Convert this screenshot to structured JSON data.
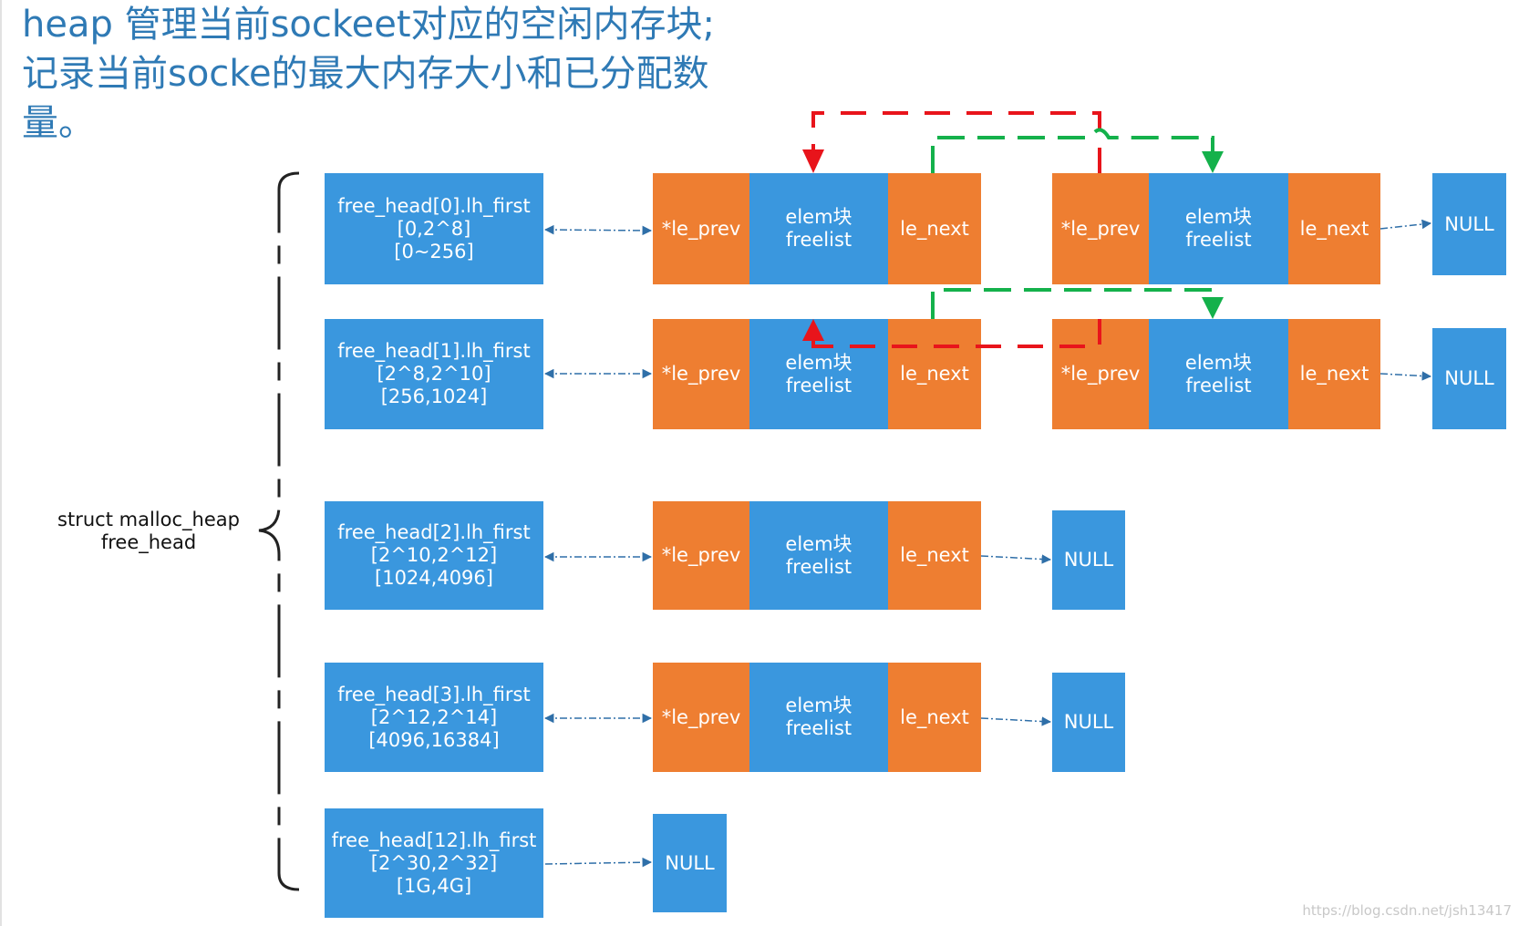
{
  "heading": {
    "line1": "heap 管理当前sockeet对应的空闲内存块;",
    "line2": "记录当前socke的最大内存大小和已分配数",
    "line3": "量。"
  },
  "side_label": {
    "line1": "struct malloc_heap",
    "line2": "free_head"
  },
  "heads": [
    {
      "name": "free_head[0].lh_first",
      "range": "[0,2^8]",
      "bytes": "[0~256]"
    },
    {
      "name": "free_head[1].lh_first",
      "range": "[2^8,2^10]",
      "bytes": "[256,1024]"
    },
    {
      "name": "free_head[2].lh_first",
      "range": "[2^10,2^12]",
      "bytes": "[1024,4096]"
    },
    {
      "name": "free_head[3].lh_first",
      "range": "[2^12,2^14]",
      "bytes": "[4096,16384]"
    },
    {
      "name": "free_head[12].lh_first",
      "range": "[2^30,2^32]",
      "bytes": "[1G,4G]"
    }
  ],
  "elem": {
    "prev": "*le_prev",
    "title": "elem块",
    "list": "freelist",
    "next": "le_next"
  },
  "null_label": "NULL",
  "watermark": "https://blog.csdn.net/jsh13417",
  "colors": {
    "blue": "#3a97de",
    "orange": "#ee7e31",
    "red_arrow": "#e8141b",
    "green_arrow": "#14b14b",
    "link": "#2f6fa8"
  }
}
